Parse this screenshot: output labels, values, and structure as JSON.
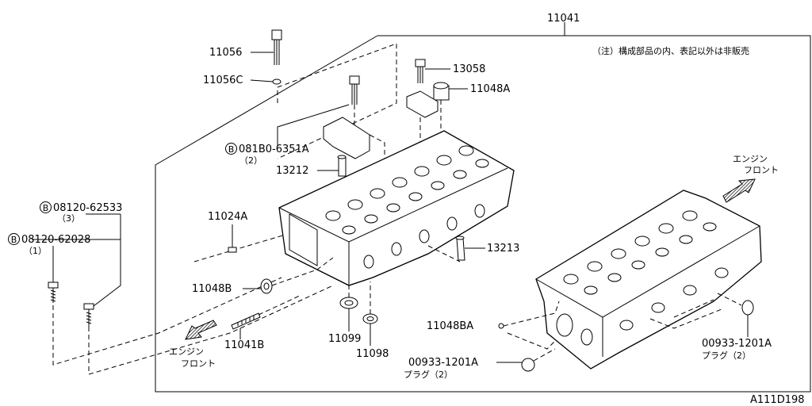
{
  "note": "（注）構成部品の内、表記以外は非販売",
  "diagram_code": "A111D198",
  "parts": {
    "assembly": "11041",
    "bolt_11056": "11056",
    "washer_11056c": "11056C",
    "bolt_13058": "13058",
    "part_11048a": "11048A",
    "bolt_b_081b0": "081B0-6351A",
    "bolt_b_081b0_qty": "（2）",
    "part_13212": "13212",
    "part_11024a": "11024A",
    "bolt_b_08120_62533": "08120-62533",
    "bolt_b_08120_62533_qty": "（3）",
    "bolt_b_08120_62028": "08120-62028",
    "bolt_b_08120_62028_qty": "（1）",
    "part_13213": "13213",
    "part_11048b": "11048B",
    "part_11041b": "11041B",
    "part_11099": "11099",
    "part_11098": "11098",
    "part_11048ba": "11048BA",
    "plug_00933_left": "00933-1201A",
    "plug_00933_left_desc": "プラグ（2）",
    "plug_00933_right": "00933-1201A",
    "plug_00933_right_desc": "プラグ（2）",
    "b_marker": "B"
  },
  "engine_front_top": {
    "line1": "エンジン",
    "line2": "フロント"
  },
  "engine_front_bottom": {
    "line1": "エンジン",
    "line2": "フロント"
  }
}
